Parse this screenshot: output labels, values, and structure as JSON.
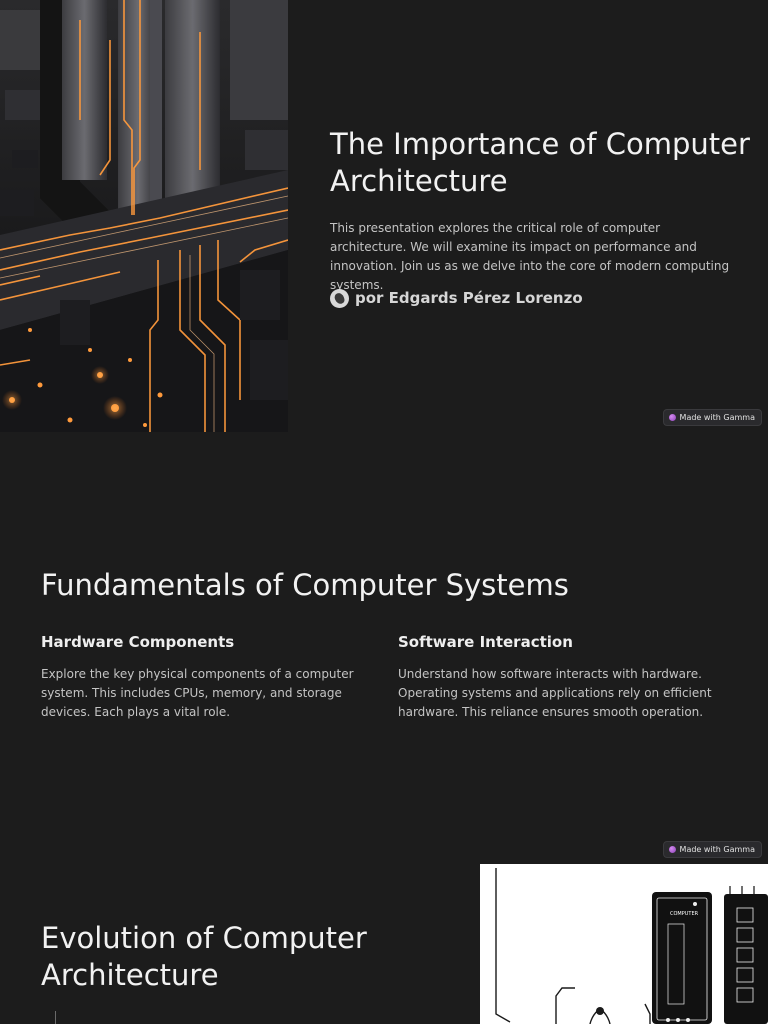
{
  "slides": {
    "intro": {
      "title": "The Importance of Computer Architecture",
      "description": "This presentation explores the critical role of computer architecture. We will examine its impact on performance and innovation. Join us as we delve into the core of modern computing systems.",
      "author": "por Edgards Pérez Lorenzo",
      "image_icon": "circuit-board-image",
      "badge": "Made with Gamma"
    },
    "fundamentals": {
      "title": "Fundamentals of Computer Systems",
      "columns": [
        {
          "heading": "Hardware Components",
          "text": "Explore the key physical components of a computer system. This includes CPUs, memory, and storage devices. Each plays a vital role."
        },
        {
          "heading": "Software Interaction",
          "text": "Understand how software interacts with hardware. Operating systems and applications rely on efficient hardware. This reliance ensures smooth operation."
        }
      ],
      "badge": "Made with Gamma"
    },
    "evolution": {
      "title": "Evolution of Computer Architecture",
      "image_icon": "vintage-computer-illustration",
      "image_label": "COMPUTER"
    }
  },
  "colors": {
    "background": "#1c1c1c",
    "accent_orange": "#ff9a3c",
    "badge_dot": "#b462dc"
  }
}
